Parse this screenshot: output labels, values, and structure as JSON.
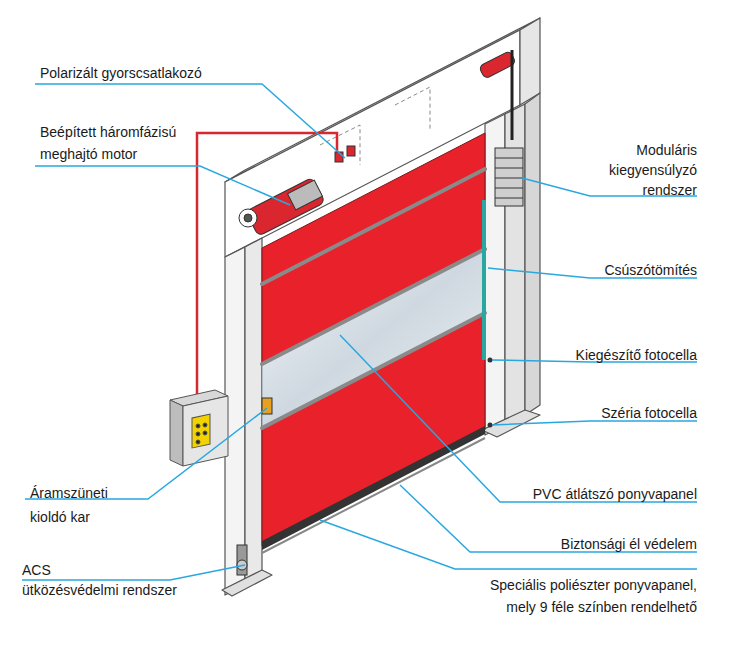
{
  "diagram": {
    "labels": [
      "Polarizált gyorscsatlakozó",
      "Beépített háromfázisú meghajtó motor",
      "Moduláris kiegyensúlyzó rendszer",
      "Csúszótömítés",
      "Kiegészítő fotocella",
      "Széria fotocella",
      "Áramszüneti kioldó kar",
      "PVC átlátszó ponyvapanel",
      "Biztonsági él védelem",
      "ACS ütközésvédelmi rendszer",
      "Speciális poliészter ponyvapanel, mely 9 féle színben rendelhető"
    ]
  }
}
